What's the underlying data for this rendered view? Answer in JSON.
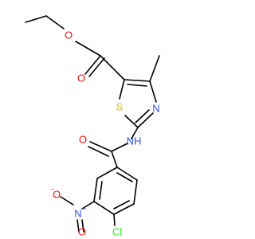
{
  "molecule": {
    "atoms": {
      "o_ester": {
        "text": "O",
        "color": "#ff0d0d"
      },
      "o_carbonyl": {
        "text": "O",
        "color": "#ff0d0d"
      },
      "s_ring": {
        "text": "S",
        "color": "#c6c600"
      },
      "n_ring": {
        "text": "N",
        "color": "#3050f8"
      },
      "nh_amide": {
        "text": "NH",
        "color": "#3050f8"
      },
      "o_amide": {
        "text": "O",
        "color": "#ff0d0d"
      },
      "n_nitro": {
        "text": "N",
        "color": "#3050f8",
        "charge": "+"
      },
      "o_nitro_minus": {
        "text": "O",
        "color": "#ff0d0d",
        "charge": "−"
      },
      "o_nitro": {
        "text": "O",
        "color": "#ff0d0d"
      },
      "cl": {
        "text": "Cl",
        "color": "#1ff01f"
      }
    }
  }
}
